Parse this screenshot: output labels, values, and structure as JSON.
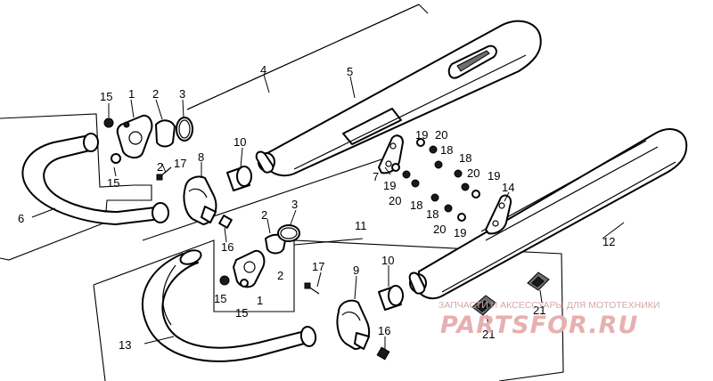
{
  "callouts": [
    {
      "label": "1"
    },
    {
      "label": "2"
    },
    {
      "label": "3"
    },
    {
      "label": "4"
    },
    {
      "label": "5"
    },
    {
      "label": "6"
    },
    {
      "label": "7"
    },
    {
      "label": "8"
    },
    {
      "label": "9"
    },
    {
      "label": "10"
    },
    {
      "label": "10"
    },
    {
      "label": "11"
    },
    {
      "label": "12"
    },
    {
      "label": "13"
    },
    {
      "label": "14"
    },
    {
      "label": "15"
    },
    {
      "label": "15"
    },
    {
      "label": "15"
    },
    {
      "label": "15"
    },
    {
      "label": "16"
    },
    {
      "label": "16"
    },
    {
      "label": "17"
    },
    {
      "label": "17"
    },
    {
      "label": "18"
    },
    {
      "label": "18"
    },
    {
      "label": "18"
    },
    {
      "label": "18"
    },
    {
      "label": "19"
    },
    {
      "label": "19"
    },
    {
      "label": "19"
    },
    {
      "label": "19"
    },
    {
      "label": "20"
    },
    {
      "label": "20"
    },
    {
      "label": "20"
    },
    {
      "label": "20"
    },
    {
      "label": "21"
    },
    {
      "label": "21"
    },
    {
      "label": "1"
    },
    {
      "label": "2"
    },
    {
      "label": "2"
    },
    {
      "label": "3"
    },
    {
      "label": "2"
    }
  ],
  "watermark": {
    "caption": "ЗАПЧАСТИ И АКСЕССУАРЫ ДЛЯ МОТОТЕХНИКИ",
    "logo": "PARTSFOR.RU",
    "color": "#e7b0b0"
  }
}
